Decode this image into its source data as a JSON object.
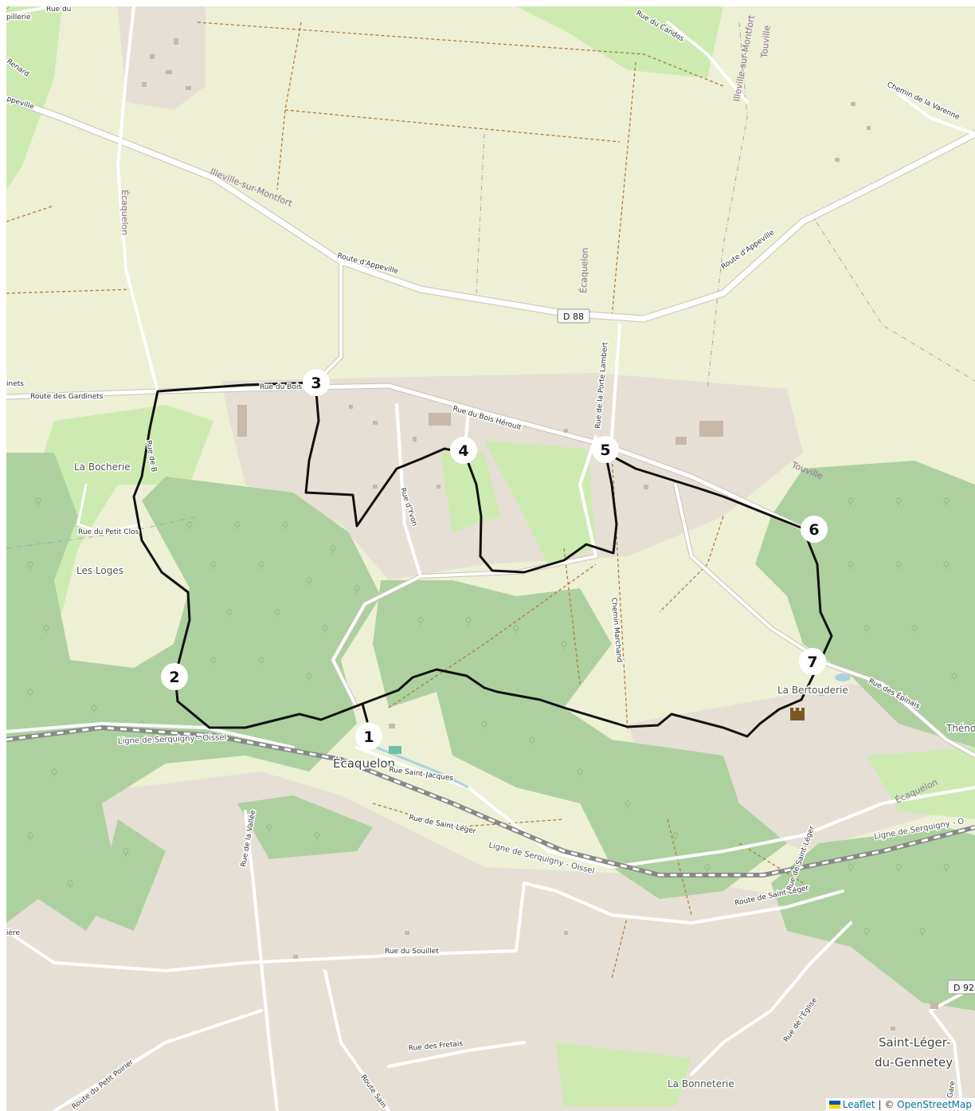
{
  "map": {
    "markers": [
      {
        "id": 1,
        "label": "1"
      },
      {
        "id": 2,
        "label": "2"
      },
      {
        "id": 3,
        "label": "3"
      },
      {
        "id": 4,
        "label": "4"
      },
      {
        "id": 5,
        "label": "5"
      },
      {
        "id": 6,
        "label": "6"
      },
      {
        "id": 7,
        "label": "7"
      }
    ],
    "labels": {
      "ecaquelon_village": "Écaquelon",
      "ecaquelon_commune_1": "Écaquelon",
      "ecaquelon_commune_2": "Écaquelon",
      "ecaquelon_commune_3": "Écaquelon",
      "illeville_1": "Illeville-sur-Montfort",
      "illeville_2": "Illeville-sur-Montfort",
      "touville_1": "Touville",
      "touville_2": "Touville",
      "route_appeville_1": "Route d'Appeville",
      "route_appeville_2": "Route d'Appeville",
      "appeville_edge": "ppeville",
      "renard": "Renard",
      "pillerie": "pillerie",
      "rue_du_top": "Rue du",
      "rue_du_candos": "Rue du Candos",
      "chemin_varenne": "Chemin de la Varenne",
      "route_gardinets": "Route des Gardinets",
      "inets": "inets",
      "rue_bois_1": "Rue du Bois H",
      "rue_bois_heroult": "Rue du Bois Héroult",
      "rue_porte_lambert": "Rue de la Porte Lambert",
      "rue_yvon": "Rue d'Yvon",
      "rue_b": "Rue de B",
      "la_bocherie": "La Bocherie",
      "rue_petit_clos": "Rue du Petit Clos",
      "les_loges": "Les Loges",
      "chemin_marchand": "Chemin Marchand",
      "la_bertouderie": "La Bertouderie",
      "rue_epinais": "Rue des Épinais",
      "theno": "Théno",
      "ligne_1": "Ligne de Serquigny - Oissel",
      "ligne_2": "Ligne de Serquigny - Oissel",
      "ligne_3": "Ligne de Serquigny - O",
      "rue_saint_jacques": "Rue Saint-Jacques",
      "rue_saint_leger_1": "Rue de Saint-Léger",
      "route_saint_leger": "Route de Saint-Léger",
      "rue_saint_leger_2": "Rue de Saint-Léger",
      "rue_vallee": "Rue de la Vallée",
      "rue_souillet": "Rue du Souillet",
      "iere": "ière",
      "rue_fretais": "Rue des Fretais",
      "route_petit_poirier": "Route du Petit Poirier",
      "route_sain": "Route Sain",
      "rue_eglise": "Rue de l'Église",
      "saint_leger_1": "Saint-Léger-",
      "saint_leger_2": "du-Gennetey",
      "la_bonneterie": "La Bonneterie",
      "gare": "Gare",
      "d88": "D 88",
      "d92": "D 92"
    },
    "colors": {
      "background": "#eef0d5",
      "forest": "#add19e",
      "meadow": "#cdebb0",
      "farmland": "#eef0d5",
      "residential": "#e8e1d9",
      "road": "#ffffff",
      "road_casing": "#c8c2b8",
      "track": "#b07a38",
      "boundary": "#a58db3",
      "route": "#111111",
      "rail": "#777777",
      "water": "#aad3df"
    },
    "icons": [
      "castle-icon",
      "marker-pin-icon"
    ]
  },
  "attribution": {
    "leaflet": "Leaflet",
    "separator": "|",
    "osm_prefix": "©",
    "osm": "OpenStreetMap"
  }
}
